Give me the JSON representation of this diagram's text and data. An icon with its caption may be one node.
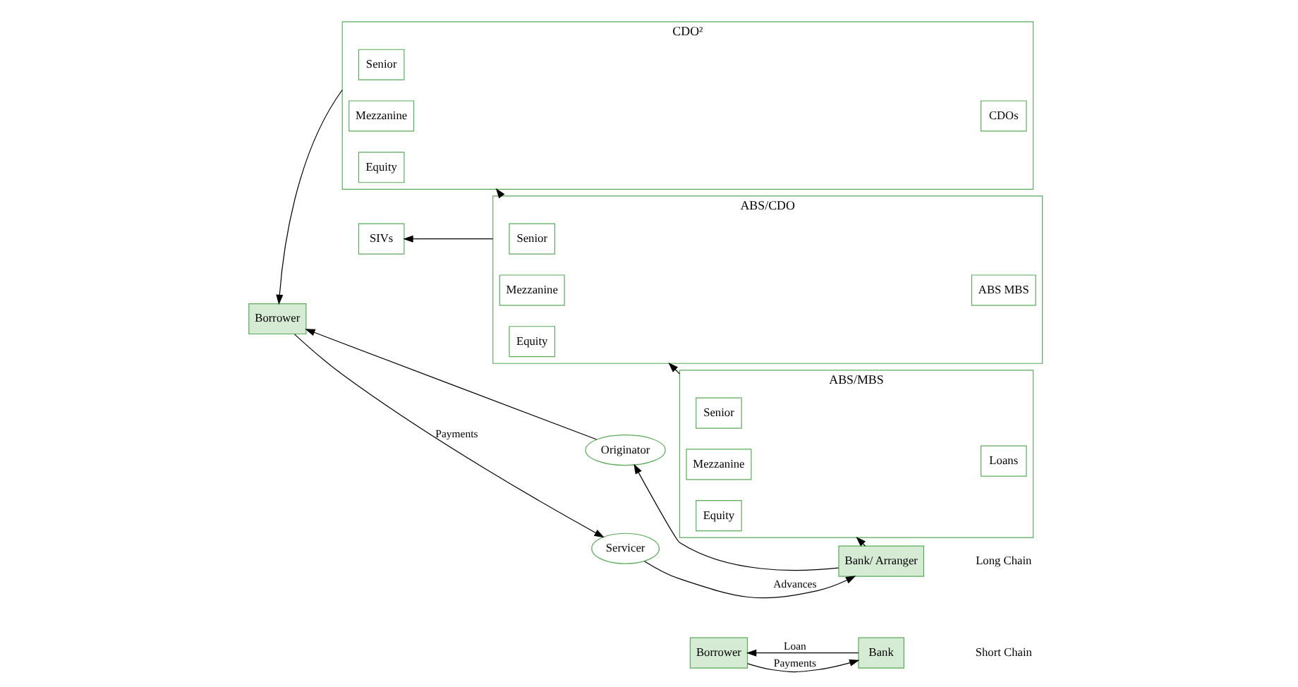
{
  "diagram": {
    "nodes": [
      {
        "text": [
          "Borrower"
        ]
      },
      {
        "text": [
          "Bank"
        ]
      },
      {
        "text": [
          "Originator"
        ]
      },
      {
        "text": [
          "SIVs"
        ]
      },
      {
        "text": [
          "CDO²"
        ]
      },
      {
        "text": [
          "Senior"
        ],
        "in": 4
      },
      {
        "text": [
          "Mezzanine"
        ],
        "in": 4
      },
      {
        "text": [
          "Equity"
        ],
        "in": 4
      },
      {
        "text": [
          "CDOs"
        ],
        "in": 4
      },
      {
        "text": [
          "ABS/CDO"
        ]
      },
      {
        "text": [
          "Senior"
        ],
        "in": 9
      },
      {
        "text": [
          "Mezzanine"
        ],
        "in": 9
      },
      {
        "text": [
          "Equity"
        ],
        "in": 9
      },
      {
        "text": [
          "ABS MBS"
        ],
        "in": 9
      },
      {
        "text": [
          "ABS/MBS"
        ]
      },
      {
        "text": [
          "Senior"
        ],
        "in": 14
      },
      {
        "text": [
          "Mezzanine"
        ],
        "in": 14
      },
      {
        "text": [
          "Equity"
        ],
        "in": 14
      },
      {
        "text": [
          "Loans"
        ],
        "in": 14
      },
      {
        "text": [
          "Borrower"
        ]
      },
      {
        "text": [
          "Bank/ Arranger"
        ]
      },
      {
        "text": [
          "Servicer"
        ]
      }
    ],
    "edges": [
      {
        "from": 1,
        "to": 0,
        "arrow": "to",
        "label": "Loan"
      },
      {
        "from": 0,
        "to": 1,
        "arrow": "to",
        "label": "Payments"
      },
      {
        "from": 2,
        "to": 19,
        "arrow": "to"
      },
      {
        "from": 20,
        "to": 2,
        "arrow": "to"
      },
      {
        "from": 20,
        "to": 14,
        "arrow": "to"
      },
      {
        "from": 14,
        "to": 9,
        "arrow": "to"
      },
      {
        "from": 9,
        "to": 3,
        "arrow": "to"
      },
      {
        "from": 9,
        "to": 4,
        "arrow": "to"
      },
      {
        "from": 4,
        "to": 19,
        "arrow": "to"
      },
      {
        "from": 19,
        "to": 21,
        "arrow": "to",
        "label": "Payments"
      },
      {
        "from": 21,
        "to": 20,
        "arrow": "to",
        "label": "Advances"
      }
    ],
    "labels": [
      "Short Chain",
      "Long Chain"
    ]
  }
}
